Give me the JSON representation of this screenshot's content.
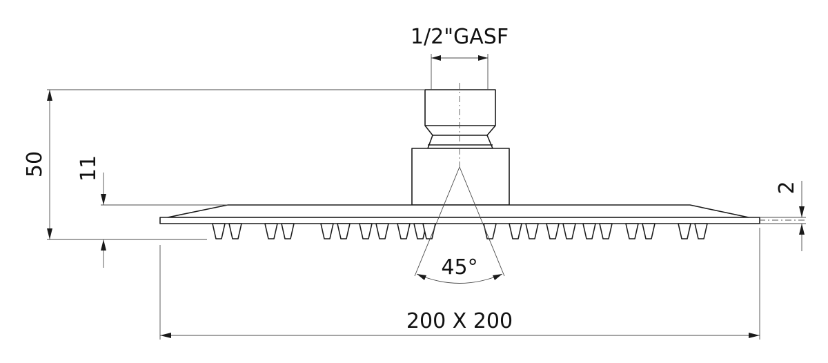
{
  "drawing": {
    "colors": {
      "line": "#1a1a1a",
      "dimension": "#4a4a4a",
      "background": "#ffffff"
    },
    "dimensions": {
      "thread": "1/2\"GASF",
      "total_height": "50",
      "plate_height": "11",
      "plate_thickness": "2",
      "spray_angle": "45°",
      "plate_size": "200 X 200"
    },
    "nozzles": {
      "count": 22
    }
  }
}
